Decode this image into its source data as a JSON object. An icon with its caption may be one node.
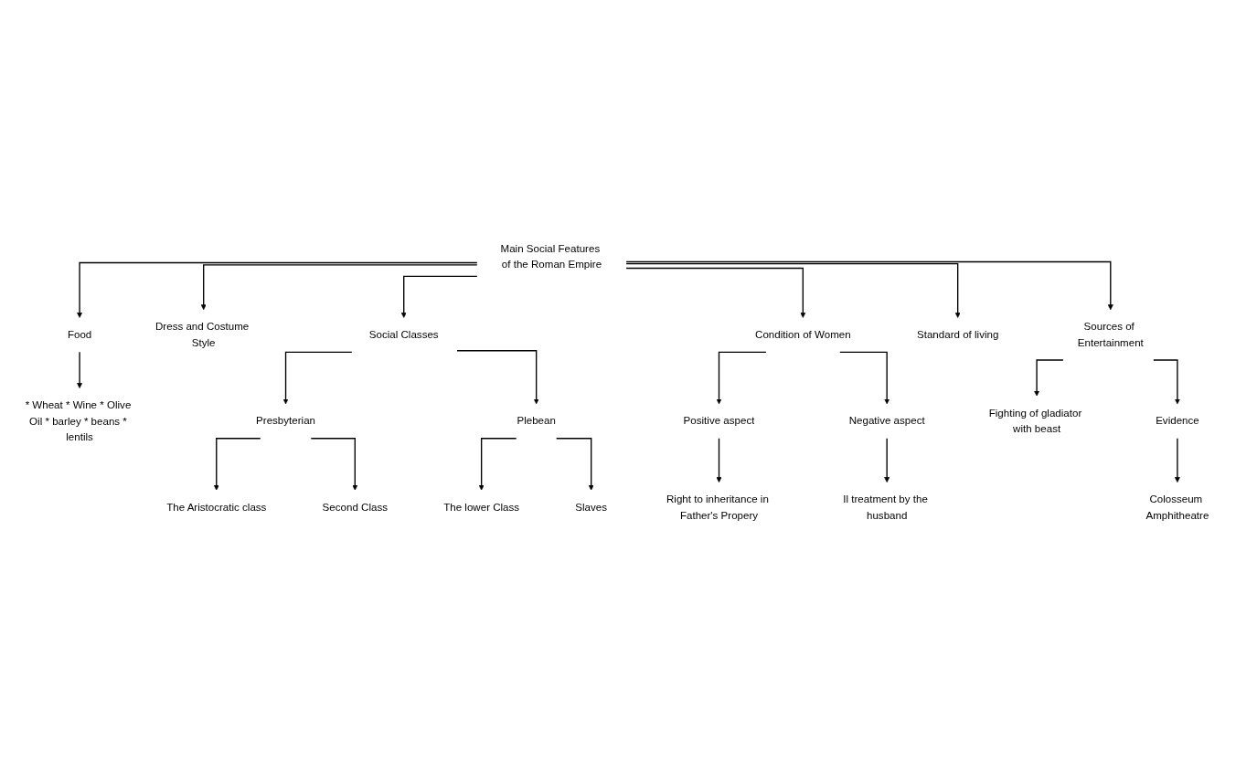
{
  "diagram": {
    "nodes": [
      {
        "text": [
          "Main Social Features of the Roman Empire"
        ]
      },
      {
        "text": [
          "Food"
        ]
      },
      {
        "text": [
          "Dress and Costume Style"
        ]
      },
      {
        "text": [
          "Social Classes"
        ]
      },
      {
        "text": [
          "Condition of Women"
        ]
      },
      {
        "text": [
          "Standard of living"
        ]
      },
      {
        "text": [
          "Sources of Entertainment"
        ]
      },
      {
        "text": [
          "* Wheat * Wine * Olive Oil * barley * beans * lentils"
        ]
      },
      {
        "text": [
          "Presbyterian"
        ]
      },
      {
        "text": [
          "Plebean"
        ]
      },
      {
        "text": [
          "The Aristocratic class"
        ]
      },
      {
        "text": [
          "Second Class"
        ]
      },
      {
        "text": [
          "The lower Class"
        ]
      },
      {
        "text": [
          "Slaves"
        ]
      },
      {
        "text": [
          "Fighting of gladiator with beast"
        ]
      },
      {
        "text": [
          "Evidence"
        ]
      },
      {
        "text": [
          "Colosseum Amphitheatre"
        ]
      },
      {
        "text": [
          "Positive aspect"
        ]
      },
      {
        "text": [
          "Negative aspect"
        ]
      },
      {
        "text": [
          "Right to inheritance in Father's Propery"
        ]
      },
      {
        "text": [
          "Il treatment by the husband"
        ]
      }
    ],
    "edges": [
      {
        "from": 0,
        "to": 1,
        "arrow": "to"
      },
      {
        "from": 0,
        "to": 2,
        "arrow": "to"
      },
      {
        "from": 0,
        "to": 3,
        "arrow": "to"
      },
      {
        "from": 0,
        "to": 4,
        "arrow": "to"
      },
      {
        "from": 0,
        "to": 5,
        "arrow": "to"
      },
      {
        "from": 0,
        "to": 6,
        "arrow": "to"
      },
      {
        "from": 1,
        "to": 7,
        "arrow": "to"
      },
      {
        "from": 3,
        "to": 8,
        "arrow": "to"
      },
      {
        "from": 3,
        "to": 9,
        "arrow": "to"
      },
      {
        "from": 8,
        "to": 10,
        "arrow": "to"
      },
      {
        "from": 8,
        "to": 11,
        "arrow": "to"
      },
      {
        "from": 9,
        "to": 12,
        "arrow": "to"
      },
      {
        "from": 9,
        "to": 13,
        "arrow": "to"
      },
      {
        "from": 6,
        "to": 14,
        "arrow": "to"
      },
      {
        "from": 6,
        "to": 15,
        "arrow": "to"
      },
      {
        "from": 15,
        "to": 16,
        "arrow": "to"
      },
      {
        "from": 4,
        "to": 17,
        "arrow": "to"
      },
      {
        "from": 4,
        "to": 18,
        "arrow": "to"
      },
      {
        "from": 17,
        "to": 19,
        "arrow": "to"
      },
      {
        "from": 18,
        "to": 20,
        "arrow": "to"
      }
    ]
  }
}
